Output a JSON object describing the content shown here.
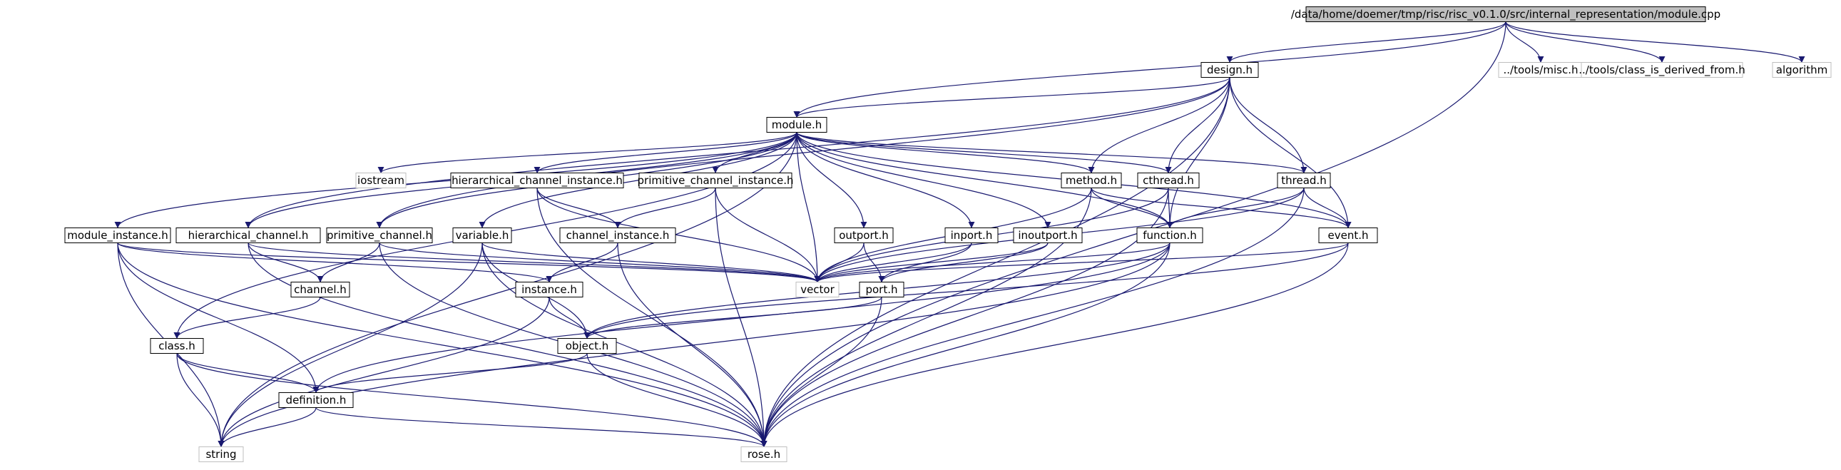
{
  "nodes": [
    {
      "id": "module_cpp",
      "label": "/data/home/doemer/tmp/risc/risc_v0.1.0/src/internal_representation/module.cpp",
      "style": "root"
    },
    {
      "id": "design_h",
      "label": "design.h",
      "style": "normal"
    },
    {
      "id": "misc_h",
      "label": "../tools/misc.h",
      "style": "external"
    },
    {
      "id": "class_is_derived_from_h",
      "label": "../tools/class_is_derived_from.h",
      "style": "external"
    },
    {
      "id": "algorithm",
      "label": "algorithm",
      "style": "external"
    },
    {
      "id": "module_h",
      "label": "module.h",
      "style": "normal"
    },
    {
      "id": "iostream",
      "label": "iostream",
      "style": "external"
    },
    {
      "id": "hierarchical_channel_instance_h",
      "label": "hierarchical_channel_instance.h",
      "style": "normal"
    },
    {
      "id": "primitive_channel_instance_h",
      "label": "primitive_channel_instance.h",
      "style": "normal"
    },
    {
      "id": "method_h",
      "label": "method.h",
      "style": "normal"
    },
    {
      "id": "cthread_h",
      "label": "cthread.h",
      "style": "normal"
    },
    {
      "id": "thread_h",
      "label": "thread.h",
      "style": "normal"
    },
    {
      "id": "module_instance_h",
      "label": "module_instance.h",
      "style": "normal"
    },
    {
      "id": "hierarchical_channel_h",
      "label": "hierarchical_channel.h",
      "style": "normal"
    },
    {
      "id": "primitive_channel_h",
      "label": "primitive_channel.h",
      "style": "normal"
    },
    {
      "id": "variable_h",
      "label": "variable.h",
      "style": "normal"
    },
    {
      "id": "channel_instance_h",
      "label": "channel_instance.h",
      "style": "normal"
    },
    {
      "id": "outport_h",
      "label": "outport.h",
      "style": "normal"
    },
    {
      "id": "inport_h",
      "label": "inport.h",
      "style": "normal"
    },
    {
      "id": "inoutport_h",
      "label": "inoutport.h",
      "style": "normal"
    },
    {
      "id": "function_h",
      "label": "function.h",
      "style": "normal"
    },
    {
      "id": "event_h",
      "label": "event.h",
      "style": "normal"
    },
    {
      "id": "channel_h",
      "label": "channel.h",
      "style": "normal"
    },
    {
      "id": "instance_h",
      "label": "instance.h",
      "style": "normal"
    },
    {
      "id": "vector",
      "label": "vector",
      "style": "external"
    },
    {
      "id": "port_h",
      "label": "port.h",
      "style": "normal"
    },
    {
      "id": "class_h",
      "label": "class.h",
      "style": "normal"
    },
    {
      "id": "object_h",
      "label": "object.h",
      "style": "normal"
    },
    {
      "id": "definition_h",
      "label": "definition.h",
      "style": "normal"
    },
    {
      "id": "string",
      "label": "string",
      "style": "external"
    },
    {
      "id": "rose_h",
      "label": "rose.h",
      "style": "external"
    }
  ],
  "edges": [
    [
      "module_cpp",
      "design_h"
    ],
    [
      "module_cpp",
      "misc_h"
    ],
    [
      "module_cpp",
      "class_is_derived_from_h"
    ],
    [
      "module_cpp",
      "algorithm"
    ],
    [
      "module_cpp",
      "module_h"
    ],
    [
      "module_cpp",
      "rose_h"
    ],
    [
      "design_h",
      "module_h"
    ],
    [
      "design_h",
      "hierarchical_channel_h"
    ],
    [
      "design_h",
      "primitive_channel_h"
    ],
    [
      "design_h",
      "method_h"
    ],
    [
      "design_h",
      "cthread_h"
    ],
    [
      "design_h",
      "thread_h"
    ],
    [
      "design_h",
      "function_h"
    ],
    [
      "design_h",
      "event_h"
    ],
    [
      "design_h",
      "rose_h"
    ],
    [
      "module_h",
      "string"
    ],
    [
      "module_h",
      "iostream"
    ],
    [
      "module_h",
      "class_h"
    ],
    [
      "module_h",
      "module_instance_h"
    ],
    [
      "module_h",
      "hierarchical_channel_h"
    ],
    [
      "module_h",
      "primitive_channel_h"
    ],
    [
      "module_h",
      "variable_h"
    ],
    [
      "module_h",
      "hierarchical_channel_instance_h"
    ],
    [
      "module_h",
      "primitive_channel_instance_h"
    ],
    [
      "module_h",
      "outport_h"
    ],
    [
      "module_h",
      "inport_h"
    ],
    [
      "module_h",
      "inoutport_h"
    ],
    [
      "module_h",
      "vector"
    ],
    [
      "module_h",
      "method_h"
    ],
    [
      "module_h",
      "cthread_h"
    ],
    [
      "module_h",
      "thread_h"
    ],
    [
      "module_h",
      "function_h"
    ],
    [
      "module_h",
      "event_h"
    ],
    [
      "hierarchical_channel_instance_h",
      "channel_instance_h"
    ],
    [
      "hierarchical_channel_instance_h",
      "vector"
    ],
    [
      "hierarchical_channel_instance_h",
      "rose_h"
    ],
    [
      "primitive_channel_instance_h",
      "channel_instance_h"
    ],
    [
      "primitive_channel_instance_h",
      "vector"
    ],
    [
      "primitive_channel_instance_h",
      "rose_h"
    ],
    [
      "method_h",
      "function_h"
    ],
    [
      "method_h",
      "event_h"
    ],
    [
      "method_h",
      "vector"
    ],
    [
      "method_h",
      "rose_h"
    ],
    [
      "cthread_h",
      "function_h"
    ],
    [
      "cthread_h",
      "vector"
    ],
    [
      "cthread_h",
      "rose_h"
    ],
    [
      "thread_h",
      "function_h"
    ],
    [
      "thread_h",
      "event_h"
    ],
    [
      "thread_h",
      "vector"
    ],
    [
      "thread_h",
      "rose_h"
    ],
    [
      "module_instance_h",
      "instance_h"
    ],
    [
      "module_instance_h",
      "definition_h"
    ],
    [
      "module_instance_h",
      "string"
    ],
    [
      "module_instance_h",
      "vector"
    ],
    [
      "module_instance_h",
      "rose_h"
    ],
    [
      "hierarchical_channel_h",
      "channel_h"
    ],
    [
      "hierarchical_channel_h",
      "vector"
    ],
    [
      "hierarchical_channel_h",
      "rose_h"
    ],
    [
      "primitive_channel_h",
      "channel_h"
    ],
    [
      "primitive_channel_h",
      "vector"
    ],
    [
      "primitive_channel_h",
      "rose_h"
    ],
    [
      "variable_h",
      "object_h"
    ],
    [
      "variable_h",
      "string"
    ],
    [
      "variable_h",
      "vector"
    ],
    [
      "variable_h",
      "rose_h"
    ],
    [
      "channel_instance_h",
      "instance_h"
    ],
    [
      "channel_instance_h",
      "rose_h"
    ],
    [
      "outport_h",
      "port_h"
    ],
    [
      "outport_h",
      "vector"
    ],
    [
      "inport_h",
      "port_h"
    ],
    [
      "inport_h",
      "vector"
    ],
    [
      "inoutport_h",
      "port_h"
    ],
    [
      "inoutport_h",
      "vector"
    ],
    [
      "function_h",
      "vector"
    ],
    [
      "function_h",
      "object_h"
    ],
    [
      "function_h",
      "definition_h"
    ],
    [
      "function_h",
      "string"
    ],
    [
      "function_h",
      "rose_h"
    ],
    [
      "event_h",
      "vector"
    ],
    [
      "event_h",
      "object_h"
    ],
    [
      "event_h",
      "rose_h"
    ],
    [
      "channel_h",
      "class_h"
    ],
    [
      "instance_h",
      "object_h"
    ],
    [
      "instance_h",
      "string"
    ],
    [
      "port_h",
      "object_h"
    ],
    [
      "port_h",
      "rose_h"
    ],
    [
      "class_h",
      "definition_h"
    ],
    [
      "class_h",
      "string"
    ],
    [
      "class_h",
      "rose_h"
    ],
    [
      "object_h",
      "definition_h"
    ],
    [
      "object_h",
      "rose_h"
    ],
    [
      "definition_h",
      "string"
    ],
    [
      "definition_h",
      "rose_h"
    ]
  ],
  "colors": {
    "edge": "#191970",
    "root_fill": "#bfbfbf",
    "normal_border": "#000000",
    "external_border": "#bfbfbf",
    "node_fill": "#ffffff",
    "text": "#000000"
  }
}
